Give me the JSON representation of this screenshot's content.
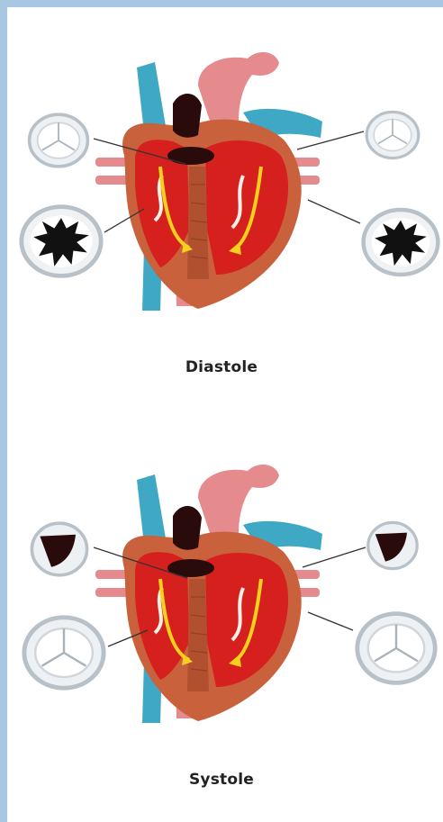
{
  "labels": {
    "top": "Diastole",
    "bottom": "Systole"
  },
  "colors": {
    "frame": "#a9c7e2",
    "myocardium": "#c9623c",
    "chamber_blood": "#d6201e",
    "aorta": "#e58a8d",
    "vena_cava": "#3fa8c4",
    "pulmonary": "#d94a48",
    "valve_dark": "#2a0b0b",
    "flow_arrow": "#f6d01c",
    "leader_line": "#333333"
  },
  "icons": [
    "heart-cross-section",
    "valve-open",
    "valve-closed",
    "flow-arrow"
  ]
}
